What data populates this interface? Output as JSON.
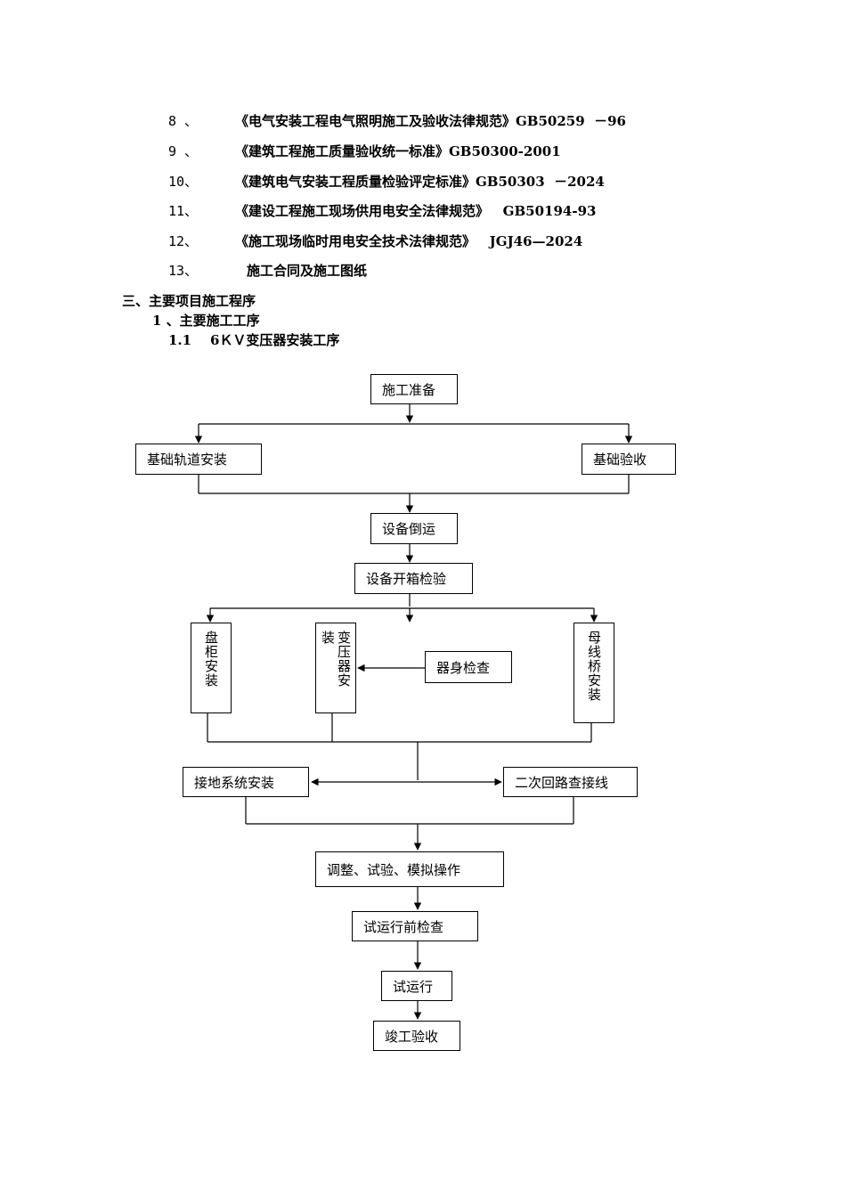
{
  "refs": [
    {
      "num": "8 、",
      "text": "《电气安装工程电气照明施工及验收法律规范》GB50259  －96"
    },
    {
      "num": "9 、",
      "text": "《建筑工程施工质量验收统一标准》GB50300-2001"
    },
    {
      "num": "10、",
      "text": "《建筑电气安装工程质量检验评定标准》GB50303  －2024"
    },
    {
      "num": "11、",
      "text": "《建设工程施工现场供用电安全法律规范》   GB50194-93"
    },
    {
      "num": "12、",
      "text": "《施工现场临时用电安全技术法律规范》   JGJ46—2024"
    },
    {
      "num": "13、",
      "text": "施工合同及施工图纸"
    }
  ],
  "section_title": "三、主要项目施工程序",
  "subsection_title": "1 、主要施工工序",
  "subsubsection_title": "1.1    6ＫＶ变压器安装工序",
  "flow": {
    "prep": "施工准备",
    "foundation_install": "基础轨道安装",
    "foundation_accept": "基础验收",
    "transport": "设备倒运",
    "unpack_inspect": "设备开箱检验",
    "cabinet_install": "盘柜安装",
    "transformer_install": "变压器安装",
    "body_inspect": "器身检查",
    "busbar_install": "母线桥安装",
    "grounding_install": "接地系统安装",
    "secondary_wiring": "二次回路查接线",
    "adjust_test": "调整、试验、模拟操作",
    "pre_run_check": "试运行前检查",
    "trial_run": "试运行",
    "final_accept": "竣工验收"
  }
}
